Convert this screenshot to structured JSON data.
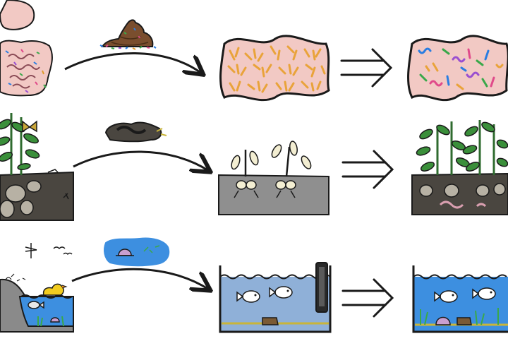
{
  "diagram": {
    "rows": [
      {
        "id": "gut",
        "source": "intestine",
        "inoculum": "stool",
        "treated": "gut-low-diversity",
        "result": "gut-high-diversity"
      },
      {
        "id": "soil",
        "source": "healthy-soil-plant",
        "inoculum": "soil-clump-with-worm",
        "treated": "wilted-plants-barren-soil",
        "result": "thriving-plants-rich-soil"
      },
      {
        "id": "pond",
        "source": "pond-ecosystem",
        "inoculum": "pond-water-with-snail",
        "treated": "sterile-aquarium",
        "result": "restored-aquarium"
      }
    ],
    "colors": {
      "outline": "#1a1a1a",
      "gut_pink": "#f2c9c4",
      "bacteria_orange": "#e9a33a",
      "soil_dark": "#4a4640",
      "soil_gray": "#8f8f8f",
      "leaf_green": "#3a8f3a",
      "water_blue": "#3d8fe0",
      "duck_yellow": "#f2cc1f"
    },
    "icons": [
      "arrow-curved-icon",
      "double-arrow-icon",
      "fish-icon",
      "snail-icon",
      "bird-icon",
      "dragonfly-icon",
      "butterfly-icon",
      "duck-icon",
      "worm-icon"
    ]
  }
}
